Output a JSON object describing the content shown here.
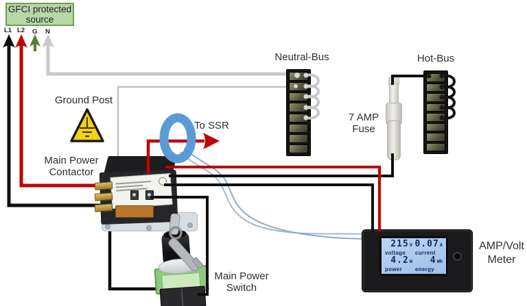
{
  "source": {
    "line1": "GFCI protected",
    "line2": "source"
  },
  "conductors": [
    {
      "id": "L1",
      "color": "#111111"
    },
    {
      "id": "L2",
      "color": "#c00000"
    },
    {
      "id": "G",
      "color": "#538135"
    },
    {
      "id": "N",
      "color": "#c9c9c9"
    }
  ],
  "labels": {
    "ground_post": "Ground Post",
    "contactor_line1": "Main Power",
    "contactor_line2": "Contactor",
    "to_ssr": "To SSR",
    "neutral_bus": "Neutral-Bus",
    "hot_bus": "Hot-Bus",
    "fuse_line1": "7 AMP",
    "fuse_line2": "Fuse",
    "switch_line1": "Main Power",
    "switch_line2": "Switch",
    "meter_line1": "AMP/Volt",
    "meter_line2": "Meter"
  },
  "meter": {
    "readings": [
      {
        "value": "215",
        "unit": "V",
        "label": "voltage"
      },
      {
        "value": "0.07",
        "unit": "A",
        "label": "current"
      },
      {
        "value": "4.2",
        "unit": "W",
        "label": "power"
      },
      {
        "value": "4",
        "unit": "Wh",
        "label": "energy"
      }
    ]
  },
  "colors": {
    "hot_wire": "#c00000",
    "line_wire": "#111111",
    "neutral_wire": "#c9c9c9",
    "ground_wire": "#538135",
    "ct_ring": "#5b9bd5",
    "ct_leads": "#9db7d5",
    "source_box_fill": "#b7d7a8",
    "source_box_border": "#6ea04e",
    "warning_triangle": "#f5d414",
    "lcd_background": "#aecdf0",
    "lcd_text": "#17265c"
  }
}
